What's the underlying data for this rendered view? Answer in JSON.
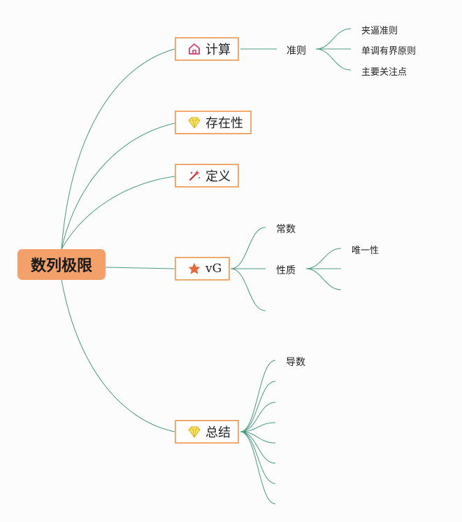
{
  "root": {
    "label": "数列极限"
  },
  "topics": {
    "calc": {
      "label": "计算",
      "icon": "house-icon"
    },
    "existence": {
      "label": "存在性",
      "icon": "diamond-icon"
    },
    "definition": {
      "label": "定义",
      "icon": "magic-wand-icon"
    },
    "vg": {
      "label": "vG",
      "icon": "star-icon"
    },
    "summary": {
      "label": "总结",
      "icon": "diamond-icon"
    }
  },
  "subtopics": {
    "criteria": "准则",
    "constant": "常数",
    "property": "性质",
    "derivative": "导数"
  },
  "leaves": {
    "squeeze": "夹逼准则",
    "monotone": "单调有界原则",
    "focus": "主要关注点",
    "uniqueness": "唯一性"
  },
  "colors": {
    "accent": "#f3a06b",
    "border": "#f0a86e",
    "line": "#4a9a80"
  }
}
